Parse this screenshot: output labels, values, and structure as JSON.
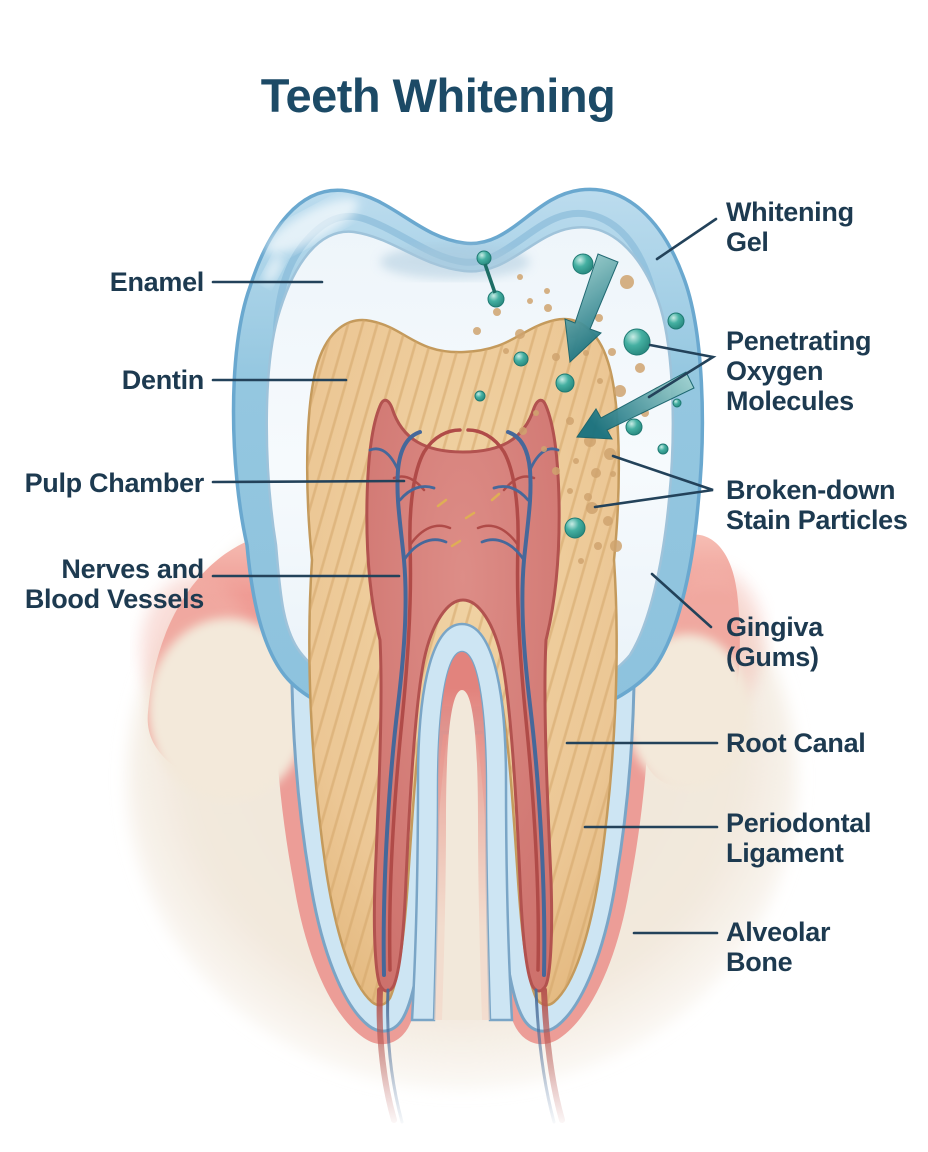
{
  "title": {
    "text": "Teeth Whitening"
  },
  "labels": {
    "enamel": {
      "text": "Enamel"
    },
    "dentin": {
      "text": "Dentin"
    },
    "pulp_chamber": {
      "text": "Pulp Chamber"
    },
    "nerves": {
      "text": "Nerves and\nBlood Vessels"
    },
    "whitening_gel": {
      "text": "Whitening\nGel"
    },
    "oxygen": {
      "text": "Penetrating\nOxygen\nMolecules"
    },
    "stain": {
      "text": "Broken-down\nStain Particles"
    },
    "gingiva": {
      "text": "Gingiva\n(Gums)"
    },
    "root_canal": {
      "text": "Root Canal"
    },
    "periodontal": {
      "text": "Periodontal\nLigament"
    },
    "alveolar": {
      "text": "Alveolar\nBone"
    }
  },
  "colors": {
    "title_text": "#1c4a66",
    "label_text": "#1d3a50",
    "leader_line": "#23425a",
    "gel_blue": "#85c0dc",
    "gel_light": "#c4e0f0",
    "enamel_white": "#f4f9fc",
    "dentin_tan": "#ecc795",
    "dentin_hatch": "#d3a569",
    "pulp_red": "#d5807b",
    "canal_red": "#c4605c",
    "vessel_blue": "#46689a",
    "vessel_red": "#b04b48",
    "gum_pink": "#ef9b94",
    "ligament_blue": "#cde5f3",
    "bone_beige": "#f1e7da",
    "molecule_teal": "#3aa392",
    "stain_particle": "#cfa36f",
    "arrow_teal": "#1f7f8c"
  },
  "illustration": {
    "oxygen_molecules": [
      [
        484,
        258,
        7
      ],
      [
        496,
        299,
        8
      ],
      [
        583,
        264,
        10
      ],
      [
        637,
        342,
        13
      ],
      [
        676,
        321,
        8
      ],
      [
        521,
        359,
        7
      ],
      [
        565,
        383,
        9
      ],
      [
        480,
        396,
        5
      ],
      [
        634,
        427,
        8
      ],
      [
        663,
        449,
        5
      ],
      [
        677,
        403,
        4
      ],
      [
        575,
        528,
        10
      ]
    ],
    "stain_particles": [
      [
        497,
        312,
        4
      ],
      [
        520,
        334,
        5
      ],
      [
        548,
        308,
        4
      ],
      [
        573,
        332,
        6
      ],
      [
        599,
        318,
        4
      ],
      [
        627,
        282,
        7
      ],
      [
        612,
        352,
        4
      ],
      [
        640,
        368,
        5
      ],
      [
        658,
        391,
        4
      ],
      [
        620,
        391,
        6
      ],
      [
        645,
        413,
        4
      ],
      [
        600,
        381,
        3
      ],
      [
        586,
        353,
        3
      ],
      [
        556,
        357,
        4
      ],
      [
        530,
        301,
        3
      ],
      [
        506,
        351,
        3
      ],
      [
        477,
        331,
        4
      ],
      [
        520,
        277,
        3
      ],
      [
        547,
        291,
        3
      ],
      [
        570,
        421,
        4
      ],
      [
        590,
        441,
        6
      ],
      [
        610,
        454,
        6
      ],
      [
        596,
        473,
        5
      ],
      [
        576,
        461,
        3
      ],
      [
        613,
        474,
        3
      ],
      [
        588,
        497,
        4
      ],
      [
        608,
        521,
        5
      ],
      [
        570,
        491,
        3
      ],
      [
        556,
        471,
        4
      ],
      [
        544,
        449,
        3
      ],
      [
        598,
        546,
        4
      ],
      [
        581,
        561,
        3
      ],
      [
        616,
        546,
        6
      ],
      [
        592,
        508,
        6
      ],
      [
        536,
        413,
        3
      ],
      [
        523,
        431,
        4
      ]
    ]
  }
}
